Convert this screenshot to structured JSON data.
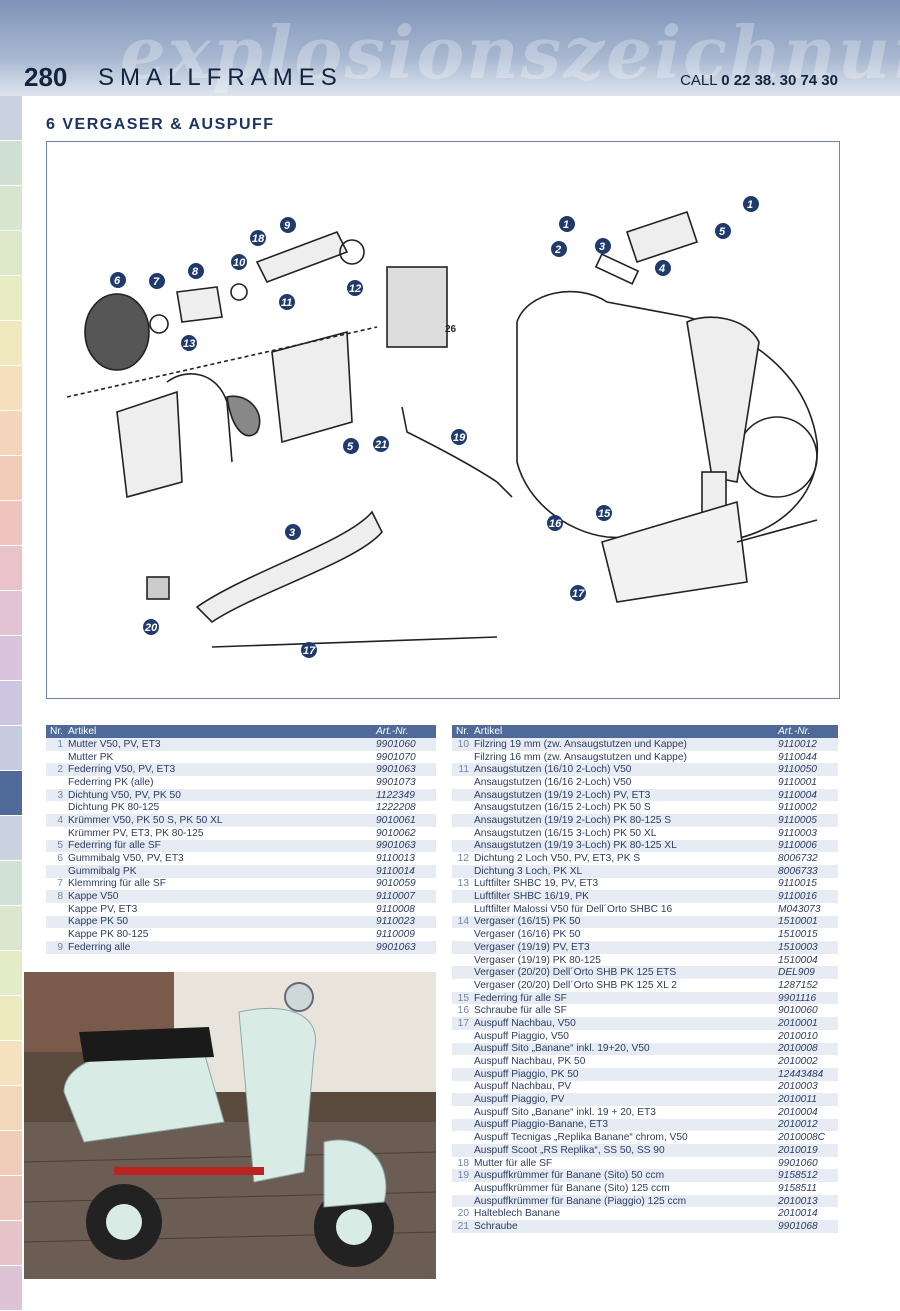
{
  "header": {
    "page_number": "280",
    "section": "SMALLFRAMES",
    "watermark": "explosionszeichnung",
    "call_label": "CALL",
    "call_number": "0 22 38. 30 74 30"
  },
  "subtitle": "6 VERGASER & AUSPUFF",
  "diagram": {
    "labels": [
      "1",
      "2",
      "3",
      "4",
      "5",
      "1",
      "6",
      "7",
      "8",
      "10",
      "18",
      "9",
      "11",
      "12",
      "13",
      "26",
      "5",
      "21",
      "19",
      "3",
      "16",
      "15",
      "17",
      "20",
      "17"
    ]
  },
  "colors": {
    "header": "#7e93b8",
    "table_head": "#4f6a98",
    "callout": "#1f3a6b",
    "row_alt": "#e7ebf3"
  },
  "table_left": {
    "headers": {
      "nr": "Nr.",
      "artikel": "Artikel",
      "artnr": "Art.-Nr."
    },
    "rows": [
      {
        "nr": "1",
        "artikel": "Mutter V50, PV, ET3",
        "artnr": "9901060"
      },
      {
        "nr": "",
        "artikel": "Mutter PK",
        "artnr": "9901070"
      },
      {
        "nr": "2",
        "artikel": "Federring V50, PV, ET3",
        "artnr": "9901063"
      },
      {
        "nr": "",
        "artikel": "Federring PK (alle)",
        "artnr": "9901073"
      },
      {
        "nr": "3",
        "artikel": "Dichtung V50, PV, PK 50",
        "artnr": "1122349"
      },
      {
        "nr": "",
        "artikel": "Dichtung PK 80-125",
        "artnr": "1222208"
      },
      {
        "nr": "4",
        "artikel": "Krümmer V50, PK 50 S, PK 50 XL",
        "artnr": "9010061"
      },
      {
        "nr": "",
        "artikel": "Krümmer PV, ET3, PK 80-125",
        "artnr": "9010062"
      },
      {
        "nr": "5",
        "artikel": "Federring für alle SF",
        "artnr": "9901063"
      },
      {
        "nr": "6",
        "artikel": "Gummibalg V50, PV, ET3",
        "artnr": "9110013"
      },
      {
        "nr": "",
        "artikel": "Gummibalg PK",
        "artnr": "9110014"
      },
      {
        "nr": "7",
        "artikel": "Klemmring für alle SF",
        "artnr": "9010059"
      },
      {
        "nr": "8",
        "artikel": "Kappe V50",
        "artnr": "9110007"
      },
      {
        "nr": "",
        "artikel": "Kappe PV, ET3",
        "artnr": "9110008"
      },
      {
        "nr": "",
        "artikel": "Kappe PK 50",
        "artnr": "9110023"
      },
      {
        "nr": "",
        "artikel": "Kappe PK 80-125",
        "artnr": "9110009"
      },
      {
        "nr": "9",
        "artikel": "Federring alle",
        "artnr": "9901063"
      }
    ]
  },
  "table_right": {
    "headers": {
      "nr": "Nr.",
      "artikel": "Artikel",
      "artnr": "Art.-Nr."
    },
    "rows": [
      {
        "nr": "10",
        "artikel": "Filzring 19 mm (zw. Ansaugstutzen und Kappe)",
        "artnr": "9110012"
      },
      {
        "nr": "",
        "artikel": "Filzring 16 mm (zw. Ansaugstutzen und Kappe)",
        "artnr": "9110044"
      },
      {
        "nr": "11",
        "artikel": "Ansaugstutzen (16/10 2-Loch) V50",
        "artnr": "9110050"
      },
      {
        "nr": "",
        "artikel": "Ansaugstutzen (16/16 2-Loch) V50",
        "artnr": "9110001"
      },
      {
        "nr": "",
        "artikel": "Ansaugstutzen (19/19 2-Loch) PV, ET3",
        "artnr": "9110004"
      },
      {
        "nr": "",
        "artikel": "Ansaugstutzen (16/15 2-Loch) PK 50 S",
        "artnr": "9110002"
      },
      {
        "nr": "",
        "artikel": "Ansaugstutzen (19/19 2-Loch) PK 80-125 S",
        "artnr": "9110005"
      },
      {
        "nr": "",
        "artikel": "Ansaugstutzen (16/15 3-Loch) PK 50 XL",
        "artnr": "9110003"
      },
      {
        "nr": "",
        "artikel": "Ansaugstutzen (19/19 3-Loch) PK 80-125 XL",
        "artnr": "9110006"
      },
      {
        "nr": "12",
        "artikel": "Dichtung 2 Loch V50, PV, ET3, PK S",
        "artnr": "8006732"
      },
      {
        "nr": "",
        "artikel": "Dichtung 3 Loch, PK XL",
        "artnr": "8006733"
      },
      {
        "nr": "13",
        "artikel": "Luftfilter SHBC 19, PV, ET3",
        "artnr": "9110015"
      },
      {
        "nr": "",
        "artikel": "Luftfilter SHBC 16/19, PK",
        "artnr": "9110016"
      },
      {
        "nr": "",
        "artikel": "Luftfilter Malossi V50 für Dell´Orto SHBC 16",
        "artnr": "M043073"
      },
      {
        "nr": "14",
        "artikel": "Vergaser (16/15) PK 50",
        "artnr": "1510001"
      },
      {
        "nr": "",
        "artikel": "Vergaser (16/16) PK 50",
        "artnr": "1510015"
      },
      {
        "nr": "",
        "artikel": "Vergaser (19/19) PV, ET3",
        "artnr": "1510003"
      },
      {
        "nr": "",
        "artikel": "Vergaser (19/19) PK 80-125",
        "artnr": "1510004"
      },
      {
        "nr": "",
        "artikel": "Vergaser (20/20) Dell´Orto SHB PK 125 ETS",
        "artnr": "DEL909"
      },
      {
        "nr": "",
        "artikel": "Vergaser (20/20) Dell´Orto SHB PK 125 XL 2",
        "artnr": "1287152"
      },
      {
        "nr": "15",
        "artikel": "Federring für alle SF",
        "artnr": "9901116"
      },
      {
        "nr": "16",
        "artikel": "Schraube für alle SF",
        "artnr": "9010060"
      },
      {
        "nr": "17",
        "artikel": "Auspuff Nachbau, V50",
        "artnr": "2010001"
      },
      {
        "nr": "",
        "artikel": "Auspuff Piaggio, V50",
        "artnr": "2010010"
      },
      {
        "nr": "",
        "artikel": "Auspuff Sito „Banane“ inkl. 19+20, V50",
        "artnr": "2010008"
      },
      {
        "nr": "",
        "artikel": "Auspuff Nachbau, PK 50",
        "artnr": "2010002"
      },
      {
        "nr": "",
        "artikel": "Auspuff Piaggio, PK 50",
        "artnr": "12443484"
      },
      {
        "nr": "",
        "artikel": "Auspuff Nachbau, PV",
        "artnr": "2010003"
      },
      {
        "nr": "",
        "artikel": "Auspuff Piaggio, PV",
        "artnr": "2010011"
      },
      {
        "nr": "",
        "artikel": "Auspuff Sito „Banane“ inkl. 19 + 20, ET3",
        "artnr": "2010004"
      },
      {
        "nr": "",
        "artikel": "Auspuff Piaggio-Banane, ET3",
        "artnr": "2010012"
      },
      {
        "nr": "",
        "artikel": "Auspuff Tecnigas „Replika Banane“ chrom, V50",
        "artnr": "2010008C"
      },
      {
        "nr": "",
        "artikel": "Auspuff Scoot „RS Replika“, SS 50, SS 90",
        "artnr": "2010019"
      },
      {
        "nr": "18",
        "artikel": "Mutter für alle SF",
        "artnr": "9901060"
      },
      {
        "nr": "19",
        "artikel": "Auspuffkrümmer für Banane (Sito) 50 ccm",
        "artnr": "9158512"
      },
      {
        "nr": "",
        "artikel": "Auspuffkrümmer für Banane (Sito) 125 ccm",
        "artnr": "9158511"
      },
      {
        "nr": "",
        "artikel": "Auspuffkrümmer für Banane (Piaggio) 125 ccm",
        "artnr": "2010013"
      },
      {
        "nr": "20",
        "artikel": "Halteblech Banane",
        "artnr": "2010014"
      },
      {
        "nr": "21",
        "artikel": "Schraube",
        "artnr": "9901068"
      }
    ]
  }
}
